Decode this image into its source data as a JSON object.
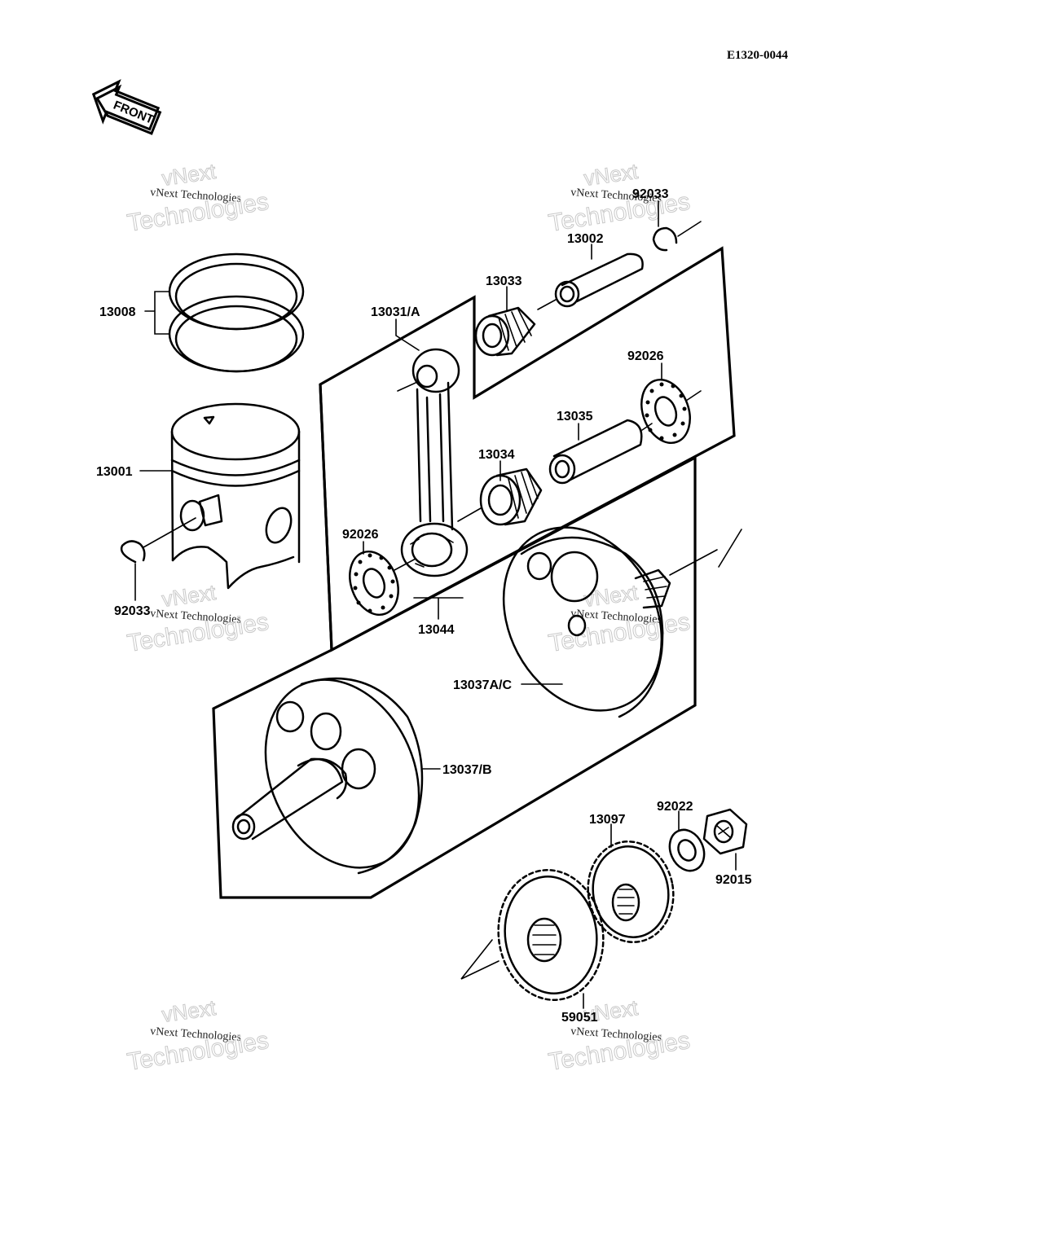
{
  "diagram": {
    "drawing_code": "E1320-0044",
    "front_indicator": "FRONT",
    "watermark": {
      "large_line1": "vNext",
      "large_line2": "Technologies",
      "small": "vNext Technologies"
    },
    "callouts": {
      "piston_rings": "13008",
      "piston": "13001",
      "circlip_left": "92033",
      "circlip_right": "92033",
      "piston_pin": "13002",
      "small_end_bearing": "13033",
      "connecting_rod": "13031/A",
      "washer_upper": "92026",
      "crank_pin": "13035",
      "big_end_bearing": "13034",
      "washer_lower": "92026",
      "rod_assembly": "13044",
      "crank_half_right": "13037A/C",
      "crank_half_left": "13037/B",
      "gear_primary": "13097",
      "washer_gear": "92022",
      "nut": "92015",
      "gear_large": "59051"
    }
  }
}
